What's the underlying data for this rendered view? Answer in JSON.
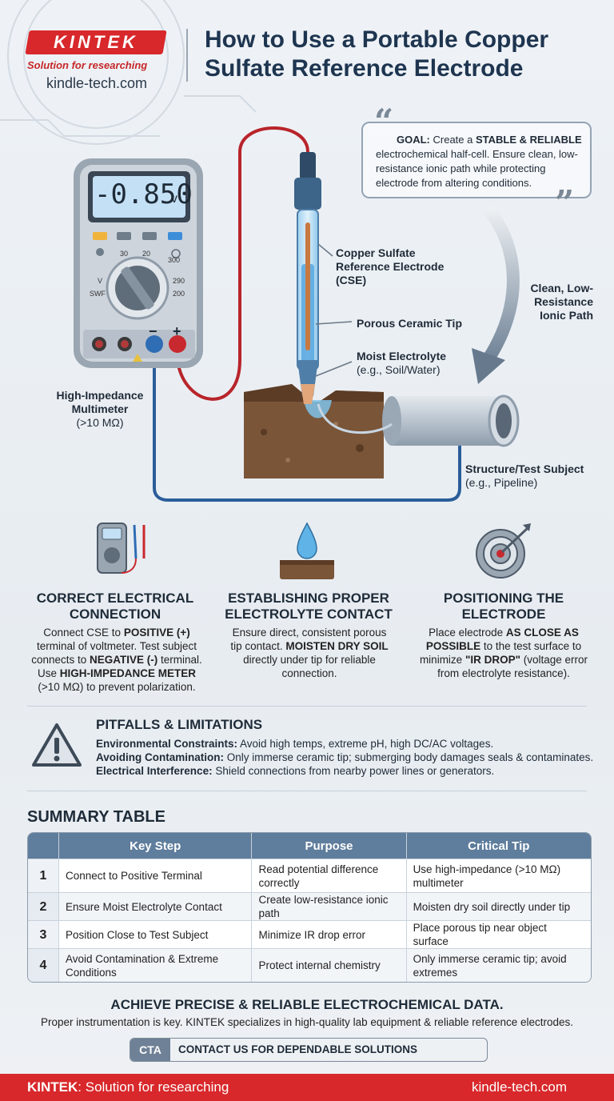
{
  "brand": {
    "logo": "KINTEK",
    "tagline": "Solution for researching",
    "url": "kindle-tech.com"
  },
  "title": {
    "line1": "How to Use a Portable Copper",
    "line2": "Sulfate Reference Electrode"
  },
  "goal": {
    "label": "GOAL:",
    "pre": " Create a ",
    "emph": "STABLE & RELIABLE",
    "post": " electrochemical half-cell. Ensure clean, low-resistance ionic path while protecting electrode from altering conditions."
  },
  "diagram": {
    "meter_reading": "-0.850",
    "meter_unit": "v",
    "dial_marks": [
      "30",
      "20",
      "300",
      "290",
      "200",
      "V",
      "SWF"
    ],
    "terminal_minus": "−",
    "terminal_plus": "+",
    "multimeter_label": [
      "High-Impedance",
      "Multimeter"
    ],
    "multimeter_note": "(>10 MΩ)",
    "cse_label": [
      "Copper Sulfate",
      "Reference Electrode",
      "(CSE)"
    ],
    "tip_label": "Porous Ceramic Tip",
    "electrolyte_label": "Moist Electrolyte",
    "electrolyte_note": "(e.g., Soil/Water)",
    "path_label": [
      "Clean, Low-",
      "Resistance",
      "Ionic Path"
    ],
    "structure_label": "Structure/Test Subject",
    "structure_note": "(e.g., Pipeline)"
  },
  "columns": [
    {
      "title": [
        "CORRECT ELECTRICAL",
        "CONNECTION"
      ],
      "text_html": "Connect CSE to <b>POSITIVE (+)</b> terminal of voltmeter. Test subject connects to <b>NEGATIVE (-)</b> terminal. Use <b>HIGH-IMPEDANCE METER</b> (>10 MΩ) to prevent polarization."
    },
    {
      "title": [
        "ESTABLISHING PROPER",
        "ELECTROLYTE CONTACT"
      ],
      "text_html": "Ensure direct, consistent porous tip contact. <b>MOISTEN DRY SOIL</b> directly under tip for reliable connection."
    },
    {
      "title": [
        "POSITIONING THE",
        "ELECTRODE"
      ],
      "text_html": "Place electrode <b>AS CLOSE AS POSSIBLE</b> to the test surface to minimize <b>\"IR DROP\"</b> (voltage error from electrolyte resistance)."
    }
  ],
  "pitfalls": {
    "title": "PITFALLS & LIMITATIONS",
    "items": [
      {
        "label": "Environmental Constraints:",
        "text": " Avoid high temps, extreme pH, high DC/AC voltages."
      },
      {
        "label": "Avoiding Contamination:",
        "text": " Only immerse ceramic tip; submerging body damages seals & contaminates."
      },
      {
        "label": "Electrical Interference:",
        "text": " Shield connections from nearby power lines or generators."
      }
    ]
  },
  "summary": {
    "title": "SUMMARY TABLE",
    "headers": [
      "",
      "Key Step",
      "Purpose",
      "Critical Tip"
    ],
    "rows": [
      [
        "1",
        "Connect to Positive Terminal",
        "Read potential difference correctly",
        "Use high-impedance (>10 MΩ) multimeter"
      ],
      [
        "2",
        "Ensure Moist Electrolyte Contact",
        "Create low-resistance ionic path",
        "Moisten dry soil directly under tip"
      ],
      [
        "3",
        "Position Close to Test Subject",
        "Minimize IR drop error",
        "Place porous tip near object surface"
      ],
      [
        "4",
        "Avoid Contamination & Extreme Conditions",
        "Protect internal chemistry",
        "Only immerse ceramic tip; avoid extremes"
      ]
    ]
  },
  "cta": {
    "headline": "ACHIEVE PRECISE & RELIABLE ELECTROCHEMICAL DATA.",
    "sub": "Proper instrumentation is key. KINTEK specializes in high-quality lab equipment & reliable reference electrodes.",
    "tag": "CTA",
    "button": "CONTACT US FOR DEPENDABLE SOLUTIONS [ContactForm]"
  },
  "footer": {
    "brand": "KINTEK",
    "tagline": ": Solution for researching",
    "url": "kindle-tech.com"
  },
  "colors": {
    "brand_red": "#d8282b",
    "title_navy": "#1e3550",
    "table_header": "#5f7d9c"
  }
}
